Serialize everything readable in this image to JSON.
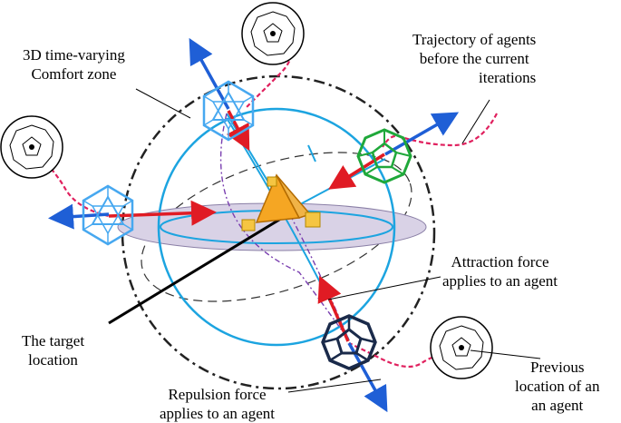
{
  "labels": {
    "comfort_zone_1": "3D time-varying",
    "comfort_zone_2": "Comfort zone",
    "trajectory_1": "Trajectory of agents",
    "trajectory_2": "before the current",
    "trajectory_3": "iterations",
    "attraction_1": "Attraction force",
    "attraction_2": "applies to an agent",
    "target_1": "The target",
    "target_2": "location",
    "repulsion_1": "Repulsion force",
    "repulsion_2": "applies to an agent",
    "previous_1": "Previous",
    "previous_2": "location of an",
    "previous_3": "an agent"
  },
  "colors": {
    "sphere": "#1ca4e0",
    "disc_fill": "#d9d2e6",
    "repulsion_arrow": "#1f5fd6",
    "attraction_arrow": "#e01b24",
    "trajectory": "#e0205e",
    "target": "#f5a623",
    "agent_blue": "#47a8f0",
    "agent_green": "#1fa83a",
    "agent_navy": "#1a2a4a"
  }
}
